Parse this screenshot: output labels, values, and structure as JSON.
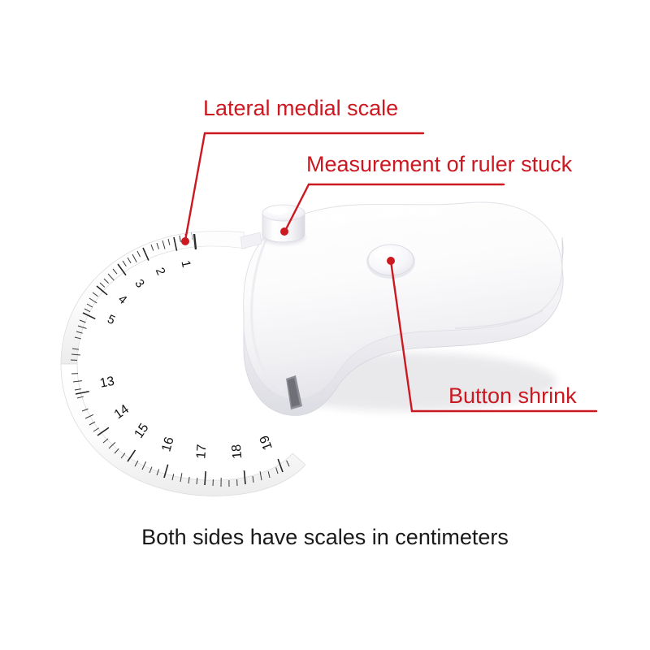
{
  "image": {
    "kind": "product-photo-with-callouts",
    "background_color": "#ffffff",
    "subject": "retractable body measuring tape",
    "subject_color": "#ffffff"
  },
  "annotation_style": {
    "color": "#cc1820",
    "caption_color": "#1a1a1a"
  },
  "callouts": [
    {
      "id": "lateral-medial-scale",
      "label": "Lateral medial scale",
      "target": "tape blank end near case inlet"
    },
    {
      "id": "measurement-of-ruler-stuck",
      "label": "Measurement of ruler stuck",
      "target": "cylindrical locking post on top of case"
    },
    {
      "id": "button-shrink",
      "label": "Button shrink",
      "target": "oval retract button on case face"
    }
  ],
  "caption": {
    "text": "Both sides have scales in centimeters"
  },
  "tape": {
    "unit": "cm",
    "upper_arc_numbers": [
      "1",
      "2",
      "3",
      "4",
      "5"
    ],
    "lower_arc_numbers": [
      "13",
      "14",
      "15",
      "16",
      "17",
      "18",
      "19"
    ],
    "minor_tick_count_per_unit": 10
  },
  "case": {
    "has_seam_line": true,
    "button_shape": "oval",
    "post_shape": "cylinder",
    "tape_slot": "bottom-left of case"
  }
}
